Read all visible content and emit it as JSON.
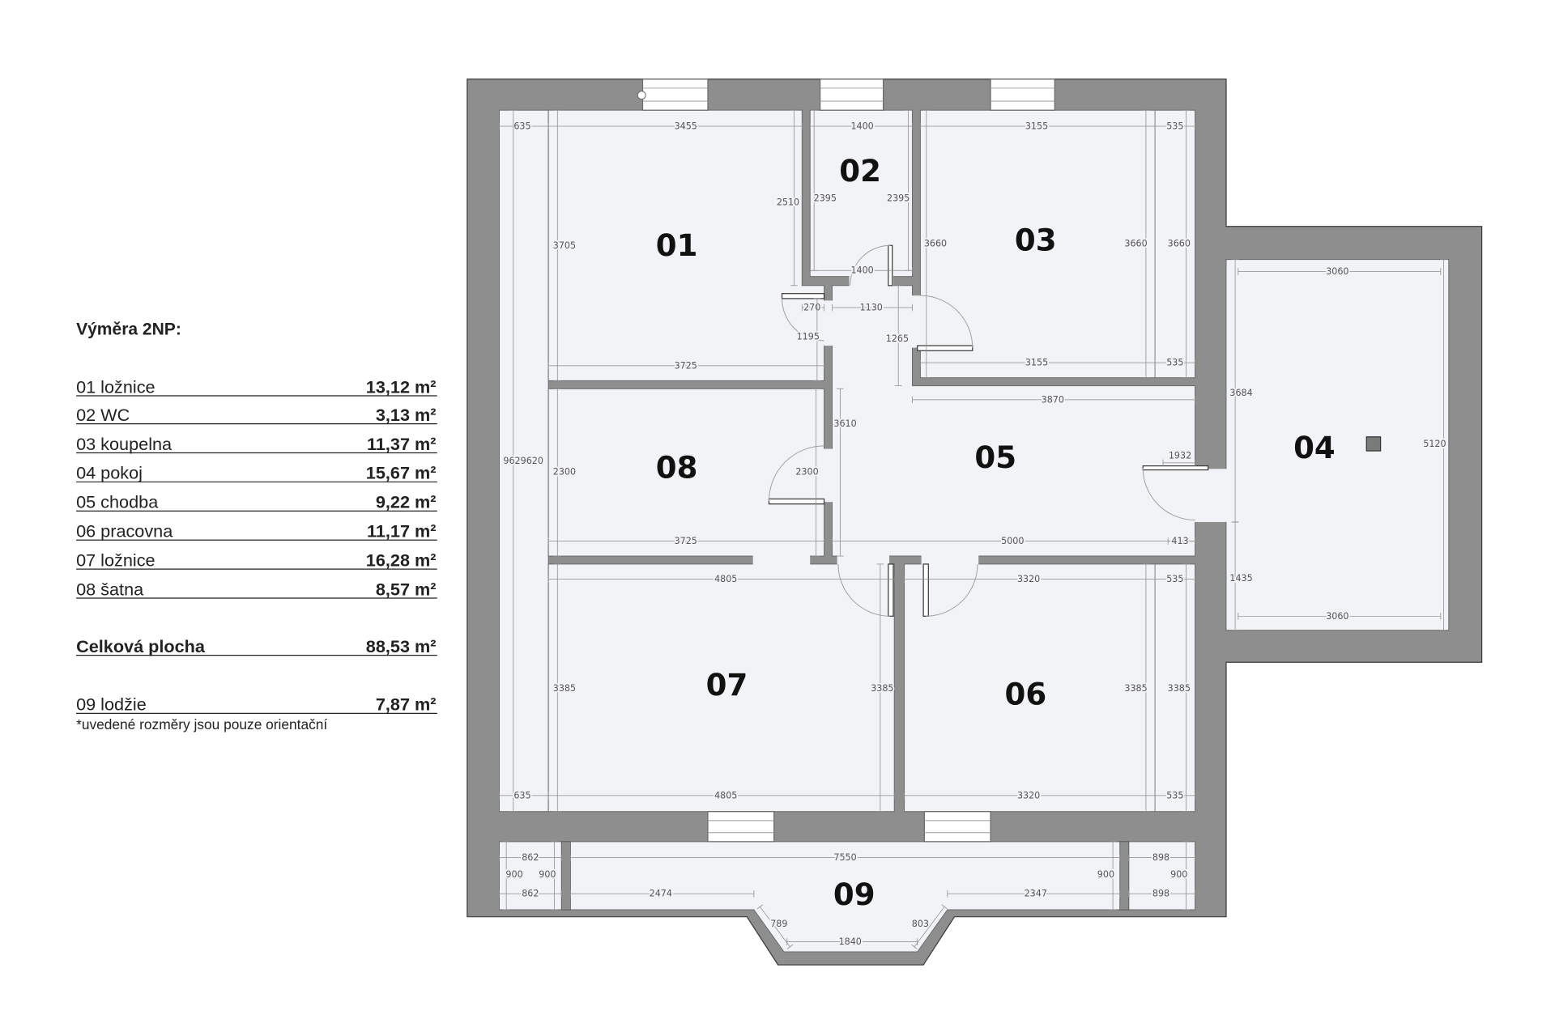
{
  "area_table": {
    "title": "Výměra 2NP:",
    "rooms": [
      {
        "label": "01 ložnice",
        "area": "13,12 m²"
      },
      {
        "label": "02 WC",
        "area": "3,13 m²"
      },
      {
        "label": "03 koupelna",
        "area": "11,37 m²"
      },
      {
        "label": "04 pokoj",
        "area": "15,67 m²"
      },
      {
        "label": "05 chodba",
        "area": "9,22 m²"
      },
      {
        "label": "06 pracovna",
        "area": "11,17 m²"
      },
      {
        "label": "07 ložnice",
        "area": "16,28 m²"
      },
      {
        "label": "08 šatna",
        "area": "8,57 m²"
      }
    ],
    "total": {
      "label": "Celková plocha",
      "area": "88,53 m²"
    },
    "loggia": {
      "label": "09 lodžie",
      "area": "7,87 m²"
    },
    "note": "*uvedené rozměry jsou pouze orientační"
  },
  "floor_plan": {
    "rooms": {
      "r01": "01",
      "r02": "02",
      "r03": "03",
      "r04": "04",
      "r05": "05",
      "r06": "06",
      "r07": "07",
      "r08": "08",
      "r09": "09"
    },
    "dimensions": [
      "635",
      "3455",
      "1400",
      "3155",
      "535",
      "2510",
      "2395",
      "2395",
      "3705",
      "3660",
      "3660",
      "3660",
      "1400",
      "3060",
      "270",
      "1130",
      "1195",
      "1265",
      "3725",
      "3155",
      "535",
      "3684",
      "3870",
      "3610",
      "5120",
      "9629620",
      "1932",
      "2300",
      "2300",
      "3725",
      "5000",
      "413",
      "4805",
      "3320",
      "535",
      "1435",
      "3060",
      "3385",
      "3385",
      "3385",
      "3385",
      "635",
      "4805",
      "3320",
      "535",
      "862",
      "7550",
      "898",
      "900",
      "900",
      "900",
      "900",
      "862",
      "2474",
      "2347",
      "898",
      "789",
      "1840",
      "803"
    ]
  },
  "colors": {
    "wall": "#8e8e8e",
    "room": "#f2f3f6",
    "dimension": "#8a8a8a",
    "text": "#111111"
  }
}
